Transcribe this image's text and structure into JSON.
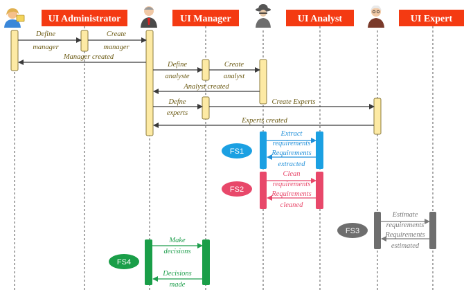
{
  "headers": {
    "administrator": "UI Administrator",
    "manager": "UI Manager",
    "analyst": "UI Analyst",
    "expert": "UI Expert"
  },
  "messages": {
    "define_manager": [
      "Define",
      "manager"
    ],
    "create_manager": [
      "Create",
      "manager"
    ],
    "manager_created": "Manager created",
    "define_analyste": [
      "Define",
      "analyste"
    ],
    "create_analyst": [
      "Create",
      "analyst"
    ],
    "analyst_created": "Analyst created",
    "define_experts": [
      "Defne",
      "experts"
    ],
    "create_experts": "Create Experts",
    "experts_created": "Experts created",
    "extract_requirements": [
      "Extract",
      "requirements"
    ],
    "requirements_extracted": [
      "Requirements",
      "extracted"
    ],
    "clean_requirements": [
      "Clean",
      "requirements"
    ],
    "requirements_cleaned": [
      "Requirements",
      "cleaned"
    ],
    "estimate_requirements": [
      "Estimate",
      "requirements"
    ],
    "requirements_estimated": [
      "Requirements",
      "estimated"
    ],
    "make_decisions": [
      "Make",
      "decisions"
    ],
    "decisions_made": [
      "Decisions",
      "made"
    ]
  },
  "fs_labels": {
    "fs1": "FS1",
    "fs2": "FS2",
    "fs3": "FS3",
    "fs4": "FS4"
  },
  "colors": {
    "header": "#f43a12",
    "fs1": "#1ba0e2",
    "fs2": "#e8486a",
    "fs3": "#6e6e6e",
    "fs4": "#1a9e48",
    "activation": "#fdeaa4"
  },
  "icons": {
    "administrator": "user-admin-icon",
    "manager": "manager-person-icon",
    "analyst": "analyst-spy-icon",
    "expert": "expert-professor-icon"
  }
}
